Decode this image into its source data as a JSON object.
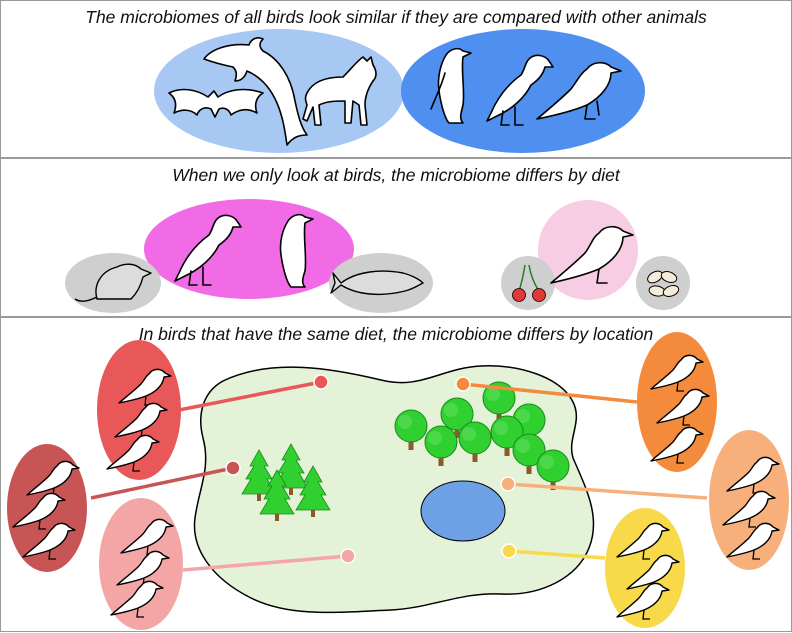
{
  "panels": [
    {
      "title": "The microbiomes of all birds look similar if they are compared with other animals"
    },
    {
      "title": "When we only look at birds, the microbiome differs by diet"
    },
    {
      "title": "In birds that have the same diet, the microbiome differs by location"
    }
  ],
  "colors": {
    "mammals_group": "#a8c8f4",
    "birds_group": "#4f8ff0",
    "carnivore_diet": "#f26be6",
    "frugivore_diet": "#f7cde4",
    "food_circle": "#cfcfcf",
    "map_land": "#e4f2d8",
    "lake": "#6ea0e6",
    "site_red": "#e85858",
    "site_dark_red": "#c85555",
    "site_pink": "#f4a5a5",
    "site_orange": "#f48a3c",
    "site_peach": "#f7b07c",
    "site_yellow": "#f7d94a",
    "tree_green": "#2fd02f",
    "trunk": "#8a5a2a"
  },
  "icons": [
    "bat-icon",
    "dolphin-icon",
    "hyena-icon",
    "penguin-icon",
    "vulture-icon",
    "finch-icon",
    "mouse-icon",
    "fish-icon",
    "cherry-icon",
    "seeds-icon",
    "pine-tree-icon",
    "deciduous-tree-icon"
  ]
}
